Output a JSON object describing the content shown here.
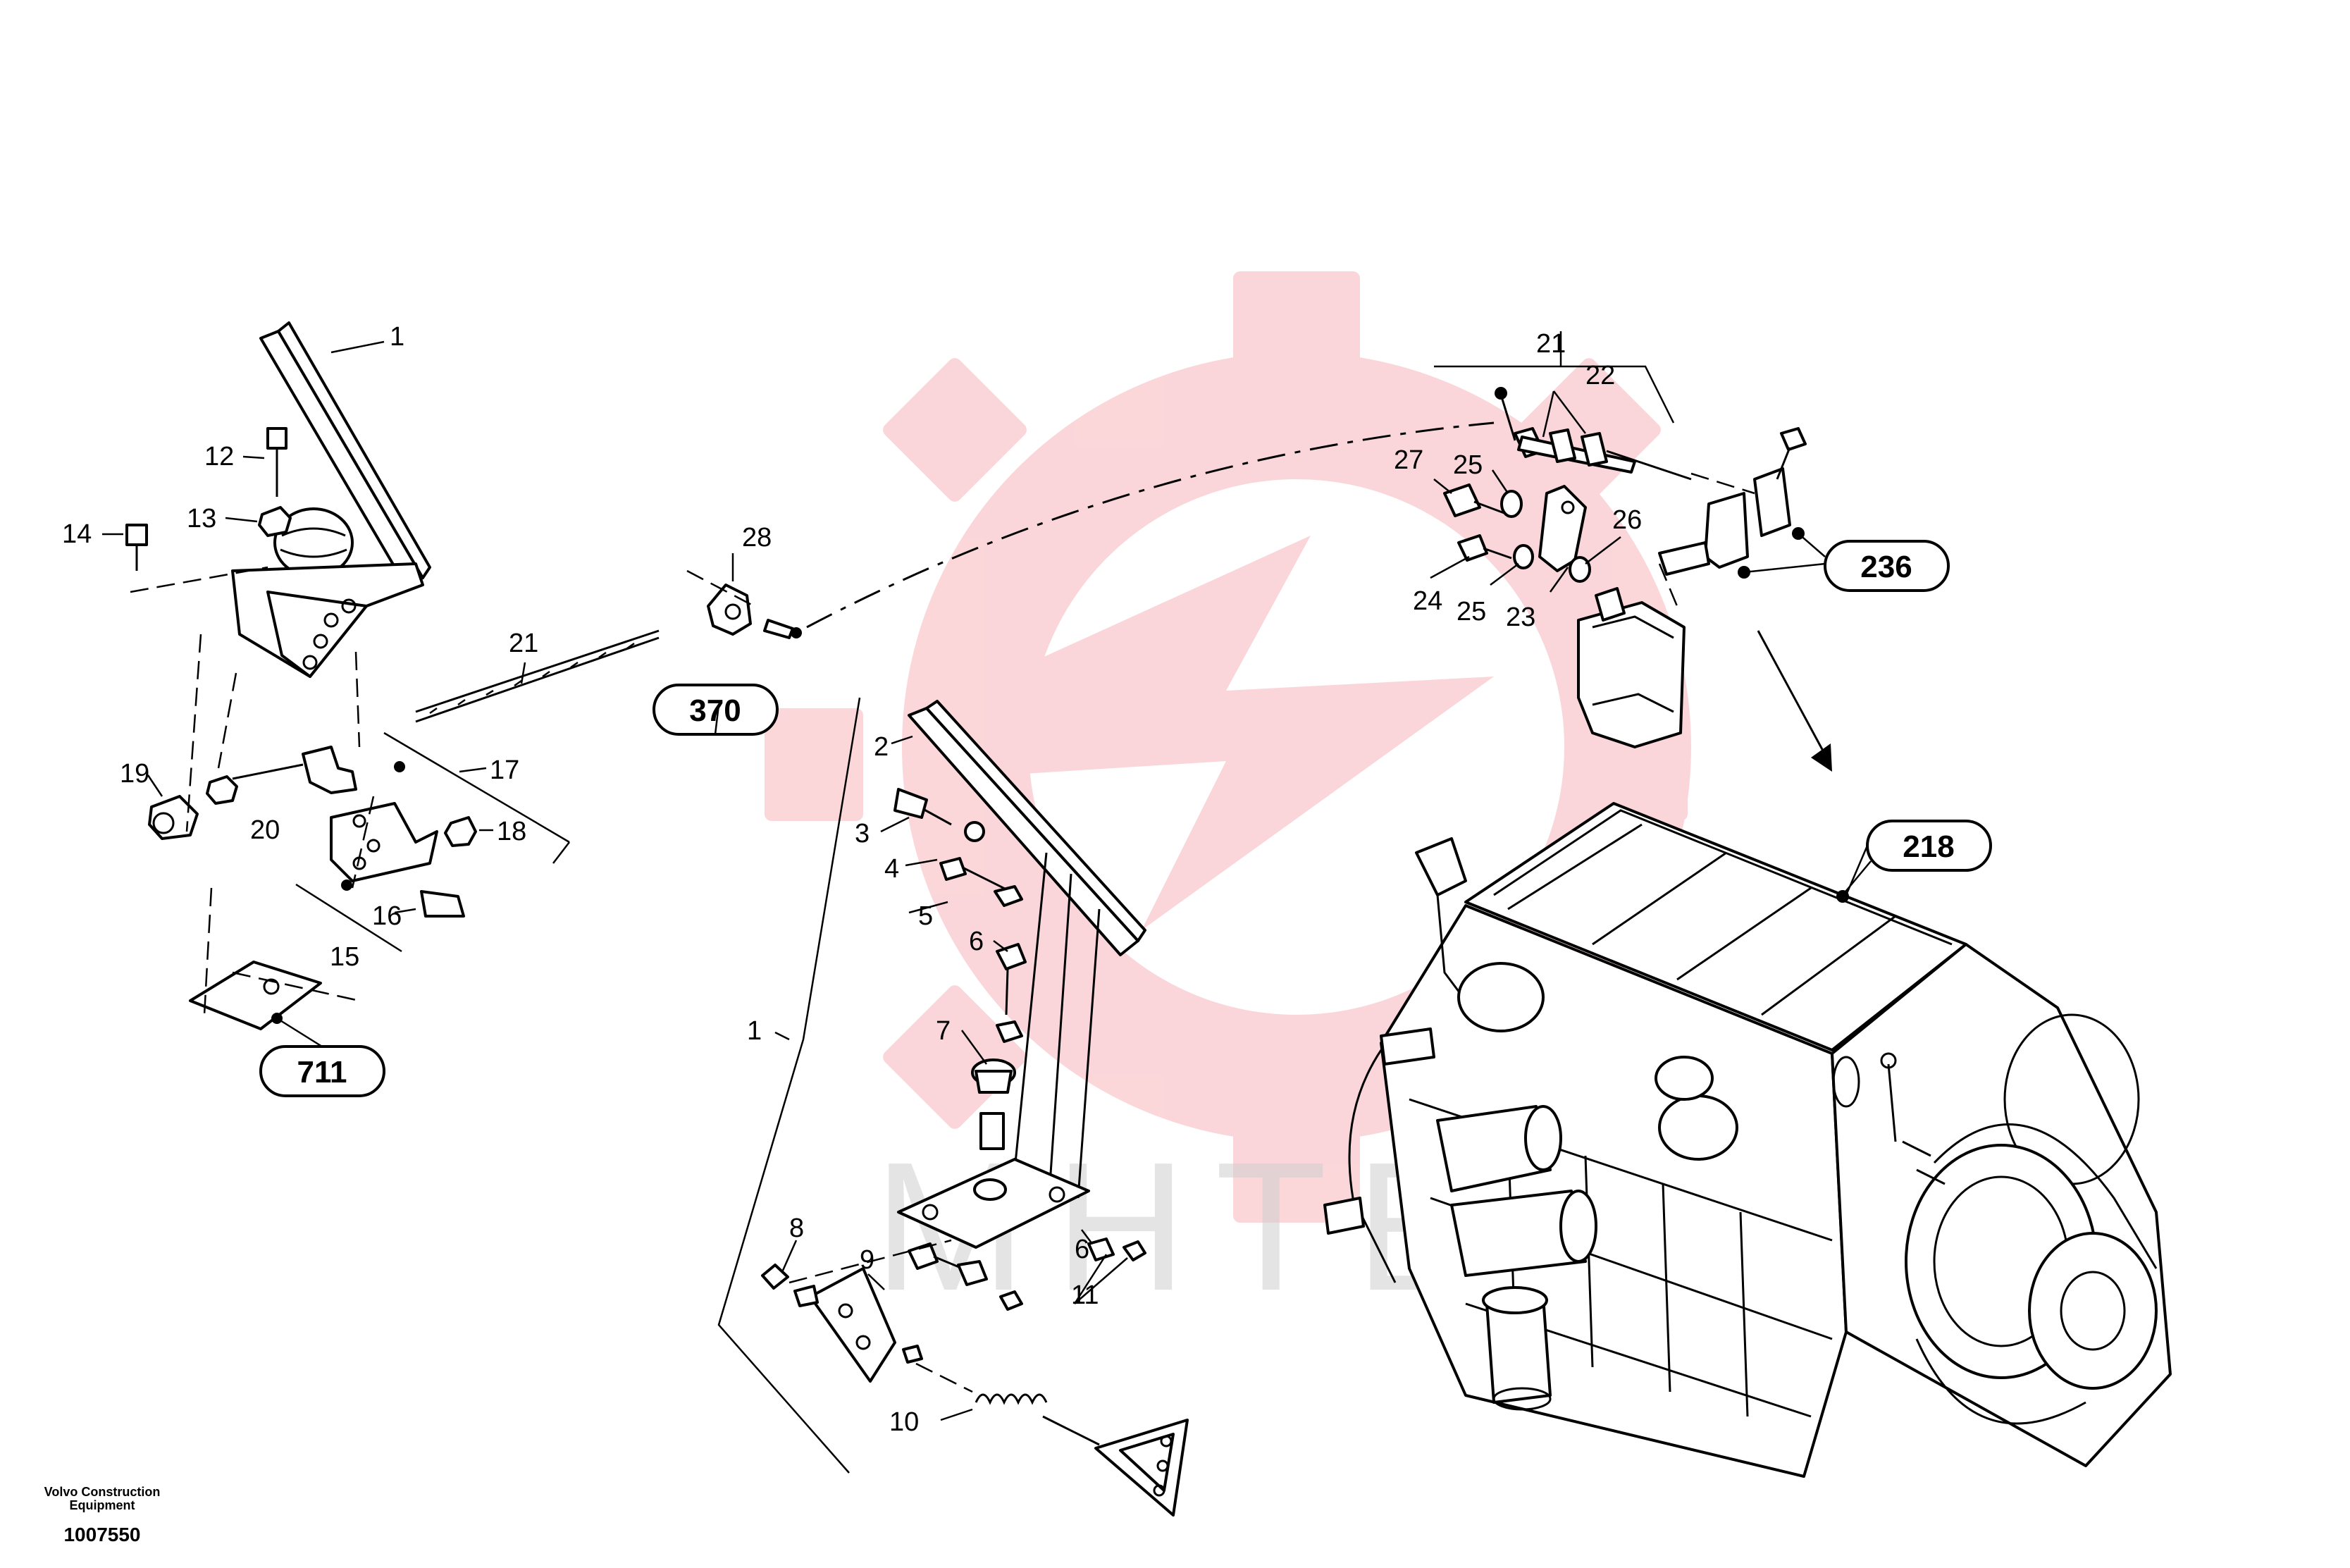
{
  "callouts": {
    "left": [
      "1",
      "12",
      "13",
      "14",
      "21",
      "17",
      "19",
      "20",
      "18",
      "16",
      "15",
      "28"
    ],
    "center": [
      "2",
      "3",
      "4",
      "5",
      "6",
      "7",
      "1",
      "8",
      "9",
      "6",
      "11",
      "10"
    ],
    "right": [
      "21",
      "22",
      "27",
      "25",
      "26",
      "24",
      "25",
      "23"
    ]
  },
  "references": {
    "r370": "370",
    "r711": "711",
    "r236": "236",
    "r218": "218"
  },
  "footer": {
    "company_line1": "Volvo Construction",
    "company_line2": "Equipment",
    "doc_number": "1007550"
  },
  "colors": {
    "line": "#000000",
    "watermark": "#f5a0a8",
    "watermark_text": "#cfcfcf"
  }
}
